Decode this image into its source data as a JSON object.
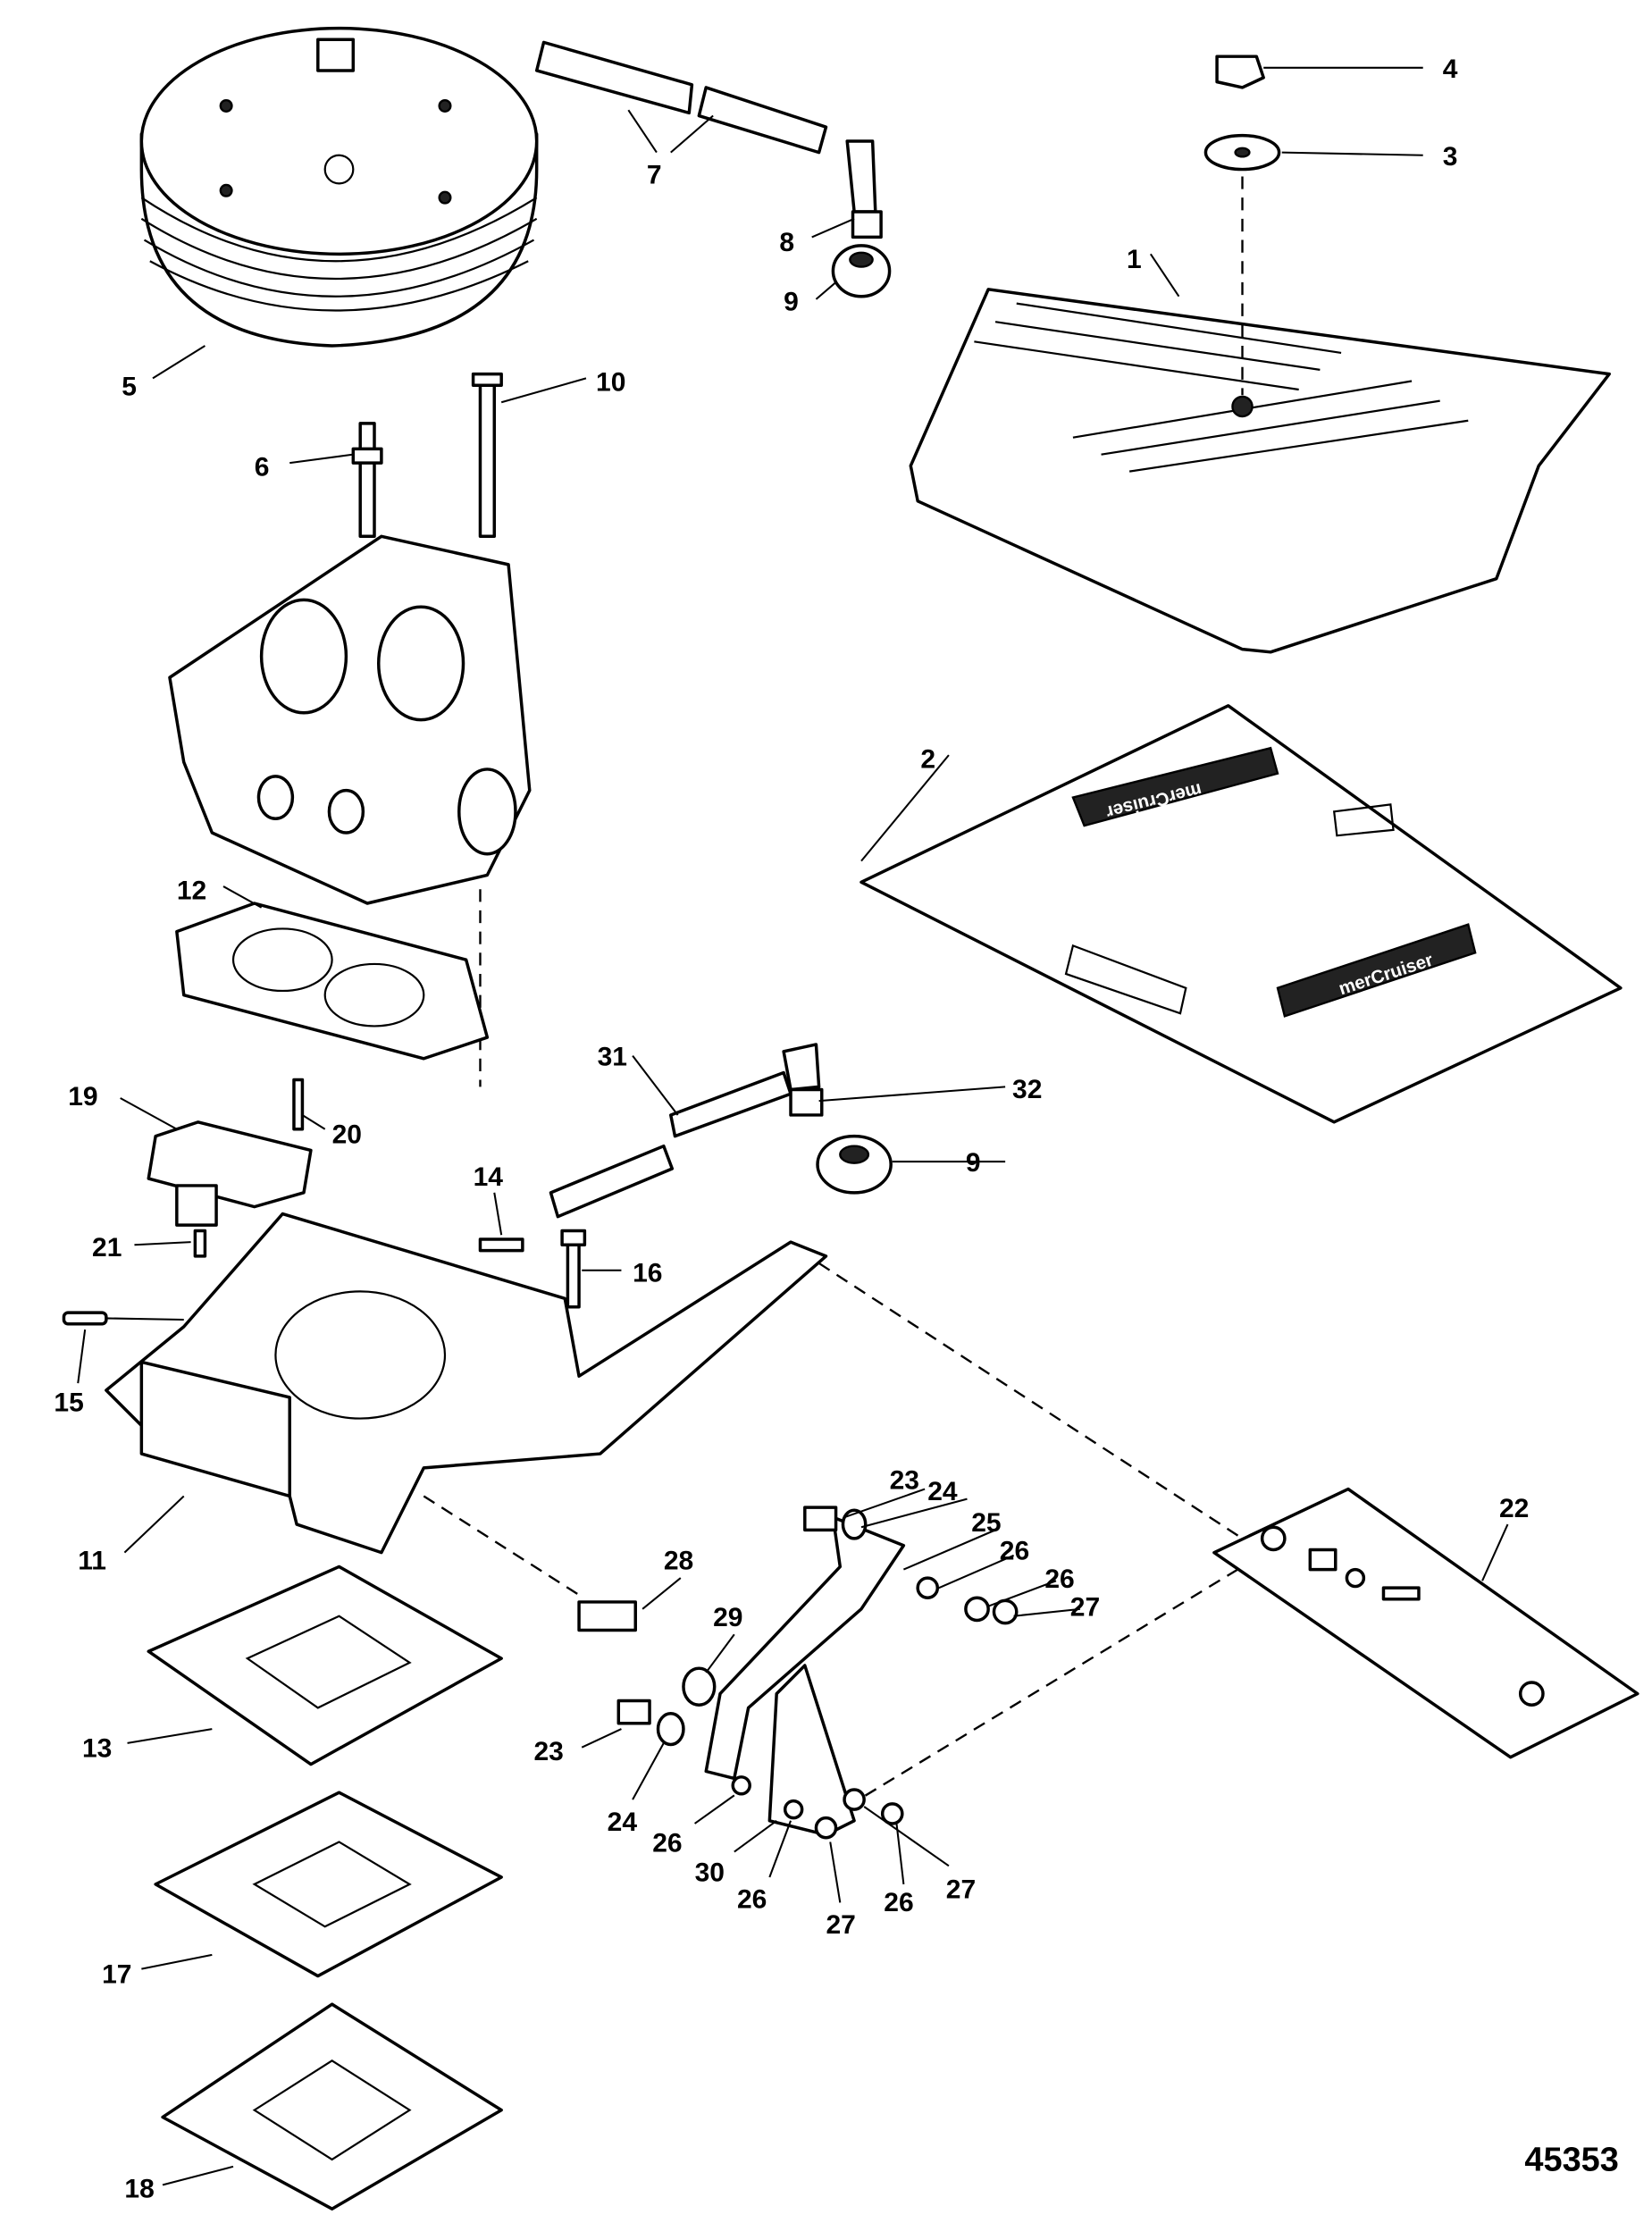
{
  "diagram": {
    "figure_number": "45353",
    "callouts": [
      "4",
      "3",
      "7",
      "8",
      "9",
      "1",
      "5",
      "10",
      "6",
      "2",
      "12",
      "31",
      "32",
      "19",
      "20",
      "9",
      "14",
      "16",
      "21",
      "15",
      "11",
      "22",
      "23",
      "24",
      "25",
      "26",
      "26",
      "27",
      "28",
      "29",
      "23",
      "13",
      "24",
      "26",
      "30",
      "26",
      "27",
      "26",
      "27",
      "17",
      "18"
    ],
    "decal_text": [
      "merCruiser",
      "merCruiser"
    ]
  }
}
